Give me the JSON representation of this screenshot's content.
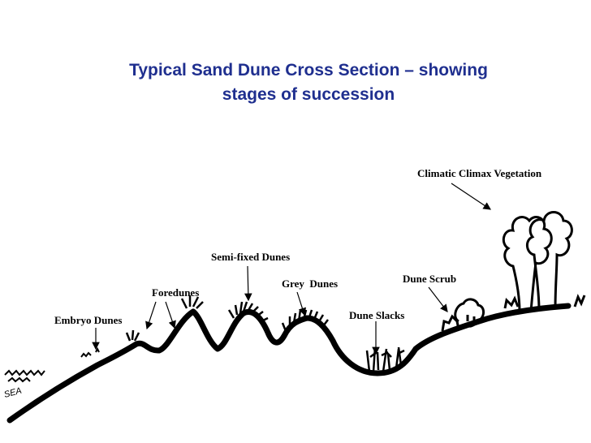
{
  "title": {
    "line1": "Typical Sand Dune Cross Section – showing",
    "line2": "stages of succession"
  },
  "labels": {
    "embryo": "Embryo Dunes",
    "foredunes": "Foredunes",
    "semi_fixed": "Semi-fixed Dunes",
    "grey": "Grey  Dunes",
    "slacks": "Dune Slacks",
    "scrub": "Dune Scrub",
    "climax": "Climatic Climax Vegetation",
    "sea": "SEA"
  },
  "colors": {
    "title": "#1f2f8f",
    "ink": "#000000"
  }
}
